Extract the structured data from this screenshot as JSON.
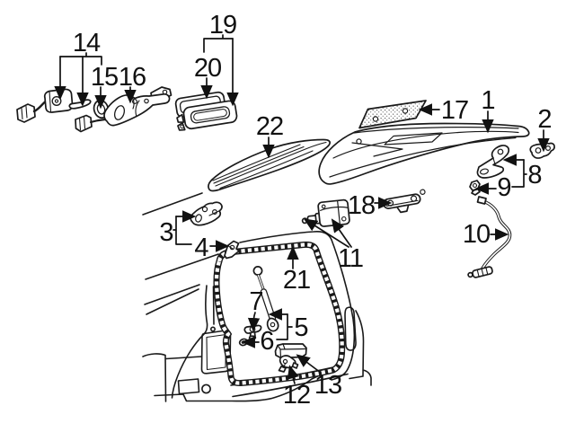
{
  "figure": {
    "kind": "exploded-parts-diagram",
    "background_color": "#ffffff",
    "line_color": "#1a1a1a"
  },
  "callouts": {
    "c1": "1",
    "c2": "2",
    "c3": "3",
    "c4": "4",
    "c5": "5",
    "c6": "6",
    "c7": "7",
    "c8": "8",
    "c9": "9",
    "c10": "10",
    "c11": "11",
    "c12": "12",
    "c13": "13",
    "c14": "14",
    "c15": "15",
    "c16": "16",
    "c17": "17",
    "c18": "18",
    "c19": "19",
    "c20": "20",
    "c21": "21",
    "c22": "22"
  }
}
